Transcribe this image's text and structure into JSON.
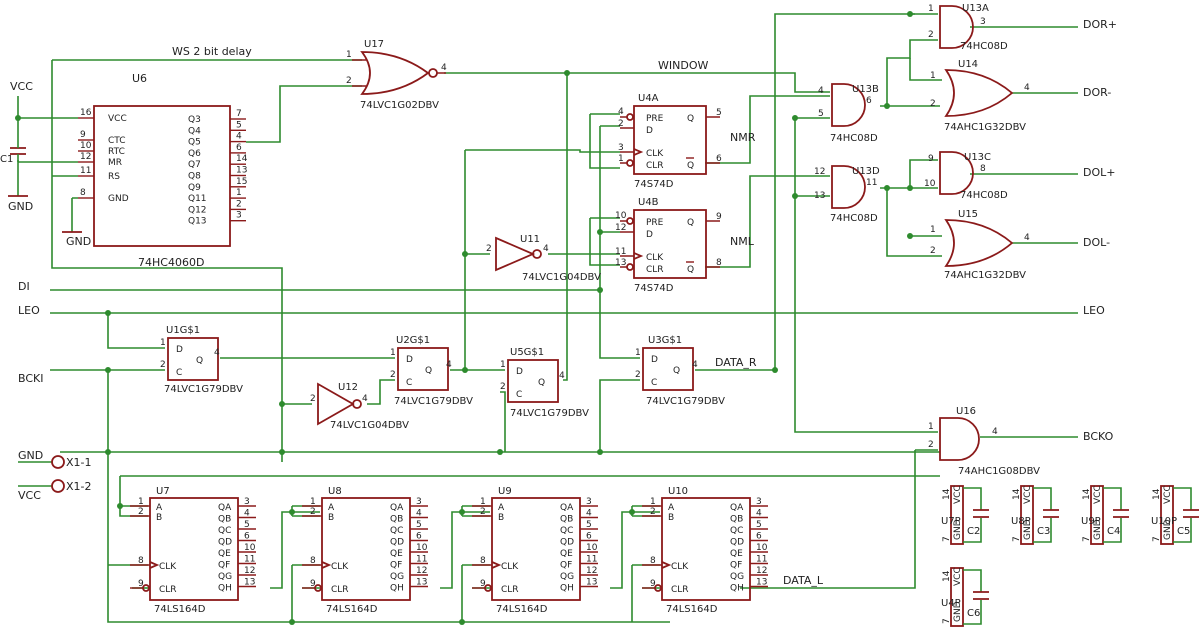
{
  "nets": {
    "ws_delay": "WS 2 bit delay",
    "window": "WINDOW",
    "nmr": "NMR",
    "nml": "NML",
    "data_r": "DATA_R",
    "data_l": "DATA_L",
    "vcc": "VCC",
    "gnd": "GND",
    "di": "DI",
    "leo": "LEO",
    "bcki": "BCKI",
    "gnd_in": "GND",
    "vcc_in": "VCC",
    "x1_1": "X1-1",
    "x1_2": "X1-2",
    "dor_p": "DOR+",
    "dor_m": "DOR-",
    "dol_p": "DOL+",
    "dol_m": "DOL-",
    "leo_out": "LEO",
    "bcko": "BCKO"
  },
  "parts": {
    "c1": "C1",
    "u6": {
      "ref": "U6",
      "value": "74HC4060D"
    },
    "u17": {
      "ref": "U17",
      "value": "74LVC1G02DBV"
    },
    "u4a": {
      "ref": "U4A",
      "value": "74S74D"
    },
    "u4b": {
      "ref": "U4B",
      "value": "74S74D"
    },
    "u11": {
      "ref": "U11",
      "value": "74LVC1G04DBV"
    },
    "u1": {
      "ref": "U1G$1",
      "value": "74LVC1G79DBV"
    },
    "u2": {
      "ref": "U2G$1",
      "value": "74LVC1G79DBV"
    },
    "u5": {
      "ref": "U5G$1",
      "value": "74LVC1G79DBV"
    },
    "u3": {
      "ref": "U3G$1",
      "value": "74LVC1G79DBV"
    },
    "u12": {
      "ref": "U12",
      "value": "74LVC1G04DBV"
    },
    "u13a": {
      "ref": "U13A",
      "value": "74HC08D"
    },
    "u13b": {
      "ref": "U13B",
      "value": "74HC08D"
    },
    "u13c": {
      "ref": "U13C",
      "value": "74HC08D"
    },
    "u13d": {
      "ref": "U13D",
      "value": "74HC08D"
    },
    "u14": {
      "ref": "U14",
      "value": "74AHC1G32DBV"
    },
    "u15": {
      "ref": "U15",
      "value": "74AHC1G32DBV"
    },
    "u16": {
      "ref": "U16",
      "value": "74AHC1G08DBV"
    },
    "u7": {
      "ref": "U7",
      "value": "74LS164D"
    },
    "u8": {
      "ref": "U8",
      "value": "74LS164D"
    },
    "u9": {
      "ref": "U9",
      "value": "74LS164D"
    },
    "u10": {
      "ref": "U10",
      "value": "74LS164D"
    },
    "u7p": {
      "ref": "U7P",
      "cap": "C2"
    },
    "u8p": {
      "ref": "U8P",
      "cap": "C3"
    },
    "u9p": {
      "ref": "U9P",
      "cap": "C4"
    },
    "u10p": {
      "ref": "U10P",
      "cap": "C5"
    },
    "u4p": {
      "ref": "U4P",
      "cap": "C6"
    }
  },
  "u6_pins": {
    "left": [
      {
        "num": "16",
        "name": "VCC"
      },
      {
        "num": "9",
        "name": "CTC"
      },
      {
        "num": "10",
        "name": "RTC"
      },
      {
        "num": "12",
        "name": "MR"
      },
      {
        "num": "11",
        "name": "RS"
      },
      {
        "num": "8",
        "name": "GND"
      }
    ],
    "right": [
      {
        "num": "7",
        "name": "Q3"
      },
      {
        "num": "5",
        "name": "Q4"
      },
      {
        "num": "4",
        "name": "Q5"
      },
      {
        "num": "6",
        "name": "Q6"
      },
      {
        "num": "14",
        "name": "Q7"
      },
      {
        "num": "13",
        "name": "Q8"
      },
      {
        "num": "15",
        "name": "Q9"
      },
      {
        "num": "1",
        "name": "Q11"
      },
      {
        "num": "2",
        "name": "Q12"
      },
      {
        "num": "3",
        "name": "Q13"
      }
    ]
  },
  "ff74": {
    "labels": {
      "pre": "PRE",
      "d": "D",
      "clk": "CLK",
      "clr": "CLR",
      "q": "Q",
      "qn": "Q"
    },
    "u4a_pins": {
      "pre": "4",
      "d": "2",
      "clk": "3",
      "clr": "1",
      "q": "5",
      "qn": "6"
    },
    "u4b_pins": {
      "pre": "10",
      "d": "12",
      "clk": "11",
      "clr": "13",
      "q": "9",
      "qn": "8"
    }
  },
  "g79": {
    "labels": {
      "d": "D",
      "c": "C",
      "q": "Q"
    },
    "pins": {
      "d": "1",
      "c": "2",
      "q": "4"
    }
  },
  "gate_pins": {
    "u17": [
      "1",
      "2",
      "4"
    ],
    "u11": [
      "2",
      "4"
    ],
    "u12": [
      "2",
      "4"
    ],
    "u13a": [
      "1",
      "2",
      "3"
    ],
    "u13b": [
      "4",
      "5",
      "6"
    ],
    "u13c": [
      "9",
      "10",
      "8"
    ],
    "u13d": [
      "12",
      "13",
      "11"
    ],
    "u14": [
      "1",
      "2",
      "4"
    ],
    "u15": [
      "1",
      "2",
      "4"
    ],
    "u16": [
      "1",
      "2",
      "4"
    ]
  },
  "sr164": {
    "left": [
      {
        "num": "1",
        "name": "A"
      },
      {
        "num": "2",
        "name": "B"
      },
      {
        "num": "8",
        "name": "CLK"
      },
      {
        "num": "9",
        "name": "CLR"
      }
    ],
    "right": [
      {
        "num": "3",
        "name": "QA"
      },
      {
        "num": "4",
        "name": "QB"
      },
      {
        "num": "5",
        "name": "QC"
      },
      {
        "num": "6",
        "name": "QD"
      },
      {
        "num": "10",
        "name": "QE"
      },
      {
        "num": "11",
        "name": "QF"
      },
      {
        "num": "12",
        "name": "QG"
      },
      {
        "num": "13",
        "name": "QH"
      }
    ]
  },
  "cap_block": {
    "top_pin": "14",
    "top_label": "VCC",
    "bot_pin": "7",
    "bot_label": "GND"
  }
}
